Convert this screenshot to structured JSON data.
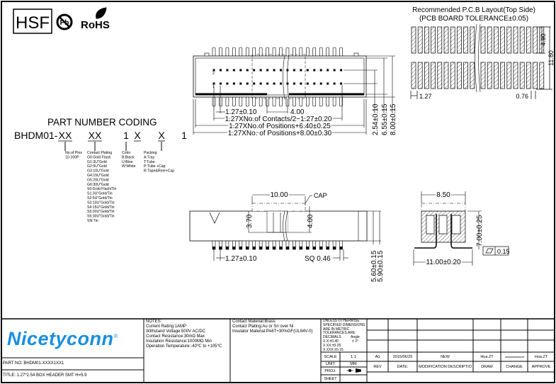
{
  "logos": {
    "hsf": "HSF",
    "pb": "Pb",
    "rohs": "RoHS"
  },
  "pcb_layout": {
    "title": "Recommended P.C.B Layout(Top Side)",
    "subtitle": "(PCB BOARD TOLERANCE±0.05)",
    "dim_pad_length": "4.90",
    "dim_total": "11.80",
    "dim_pitch": "1.27",
    "dim_pad_width": "0.76"
  },
  "top_view": {
    "dim_pitch": "1.27±0.10",
    "dim_center": "4.00",
    "dim_contacts": "1.27XNo.of  Contacts/2−1.27±0.20",
    "dim_positions_a": "1.27XNo.of  Positions+6.40±0.25",
    "dim_positions_b": "1.27XNo. of  Positions+8.00±0.30",
    "dim_row": "2.54±0.10",
    "dim_inner": "6.55±0.15",
    "dim_outer": "8.00±0.15",
    "pin_labels": [
      "2",
      "1"
    ]
  },
  "side_view": {
    "dim_cap": "10.00",
    "cap_label": "CAP",
    "dim_a": "3.70",
    "dim_b": "4.00",
    "dim_pitch": "1.27±0.10",
    "dim_sq": "SQ  0.46",
    "dim_h1": "5.60±0.15",
    "dim_h2": "5.90±0.15"
  },
  "end_view": {
    "dim_width": "8.50",
    "dim_height": "7.00±0.25",
    "dim_span": "11.00±0.20",
    "flatness": "0.15"
  },
  "part_coding": {
    "title": "PART NUMBER CODING",
    "prefix": "BHDM01-",
    "fields": [
      "XX",
      "XX",
      "1",
      "X",
      "X",
      "1"
    ],
    "pins": [
      "No.of Pins",
      "10-100P"
    ],
    "plating": [
      "Contact Plating",
      "G0:Gold Flash",
      "G1:3U\"Gold",
      "G2:5U\"Gold",
      "G3:10U\"Gold",
      "G4:15U\"Gold",
      "G5:20U\"Gold",
      "G6:30U\"Gold",
      "S0:Gold Flash/Tin",
      "S1:3U\"Gold/Tin",
      "S2:5U\"Gold/Tin",
      "S3:10U\"Gold/Tin",
      "S4:15U\"Gold/Tin",
      "S5:20U\"Gold/Tin",
      "S6:30U\"Gold/Tin",
      "SN:Tin"
    ],
    "color": [
      "Color",
      "B:Black",
      "U:Blue",
      "W:White"
    ],
    "packing": [
      "Packing",
      "A:Tray",
      "T:Tube",
      "P:Tube +Cap",
      "R:Tape&Reel+Cap"
    ]
  },
  "title_block": {
    "brand": "Nicetyconn",
    "brand_mark": "®",
    "brand_color": "#1a8fe0",
    "part_no": "PART NO:  BHDM01-XXXX1XX1",
    "title": "TITLE:  1.27*2.54 BOX HEADER SMT  H=5.9",
    "notes": [
      "NOTES:",
      "Current Rating:1AMP",
      "Withstand Voltage:500V AC/DC",
      "Contact Resistance:30mΩ Max",
      "Insulation Resistance:1000MΩ Min",
      "Operation Temperature:-40℃ to +105℃"
    ],
    "materials": [
      "Contact Material:Brass",
      "Contact Plating:Au or Sn over Ni",
      "Insulator Material:PA6T+30%GF(UL94V-0)"
    ],
    "tolerances": [
      "UNLESS OTHERWISE",
      "SPECIFIED DIMENSIONS",
      "ARE IN METRIC",
      "TOLERANCES  ARE:",
      "DECIMALS",
      "X.X:±0.40",
      "X.XX:±0.25",
      "X.XXX:±0.15"
    ],
    "angle": [
      "Angle",
      "± 3°"
    ],
    "scale_label": "SCALE",
    "scale_value": "1:1",
    "unit_label": "UNIT",
    "unit_value": "MM",
    "proj_label": "PROJ.",
    "sheet_label": "SHEET",
    "revision": {
      "rev": "A0",
      "date": "2015/06/25",
      "description": "NEW",
      "draw": "Hua.ZT",
      "approve": "Hua.ZT"
    },
    "headers": [
      "REV",
      "DATE:",
      "MODIFICATION DESCRIPTIO",
      "DRAW",
      "CHANGE",
      "APPROVE"
    ]
  }
}
